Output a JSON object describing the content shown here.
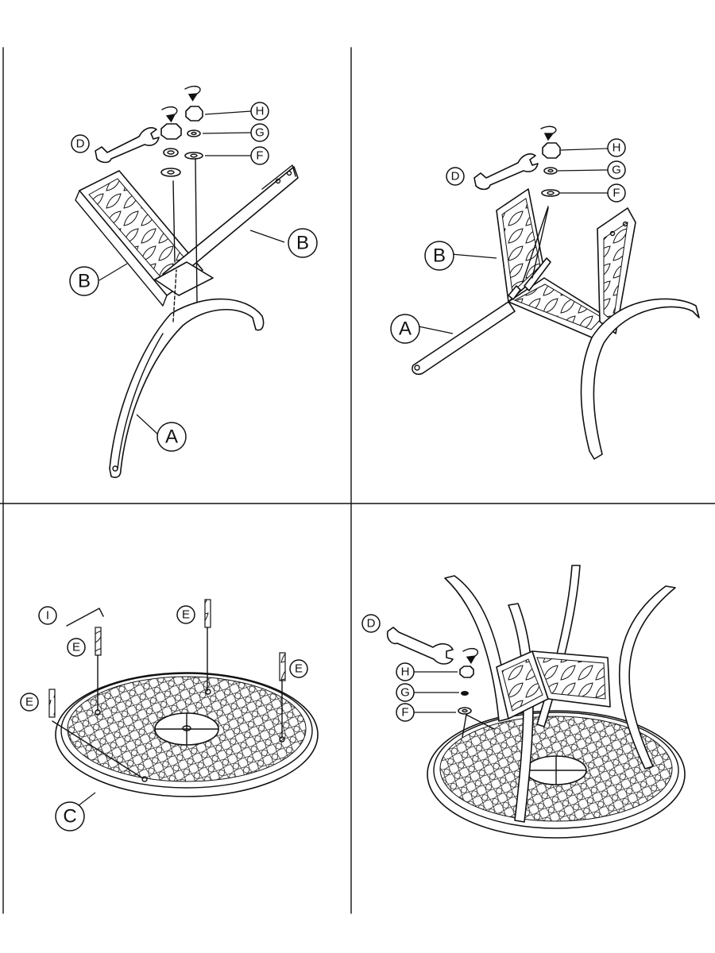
{
  "labels": {
    "A": "A",
    "B": "B",
    "C": "C",
    "D": "D",
    "E": "E",
    "F": "F",
    "G": "G",
    "H": "H",
    "I": "I"
  },
  "icons": {
    "wrench": "wrench-icon",
    "hex_key": "hex-key-icon",
    "rotate_arrow": "rotate-arrow-icon"
  },
  "colors": {
    "ink": "#111111",
    "paper": "#ffffff"
  }
}
